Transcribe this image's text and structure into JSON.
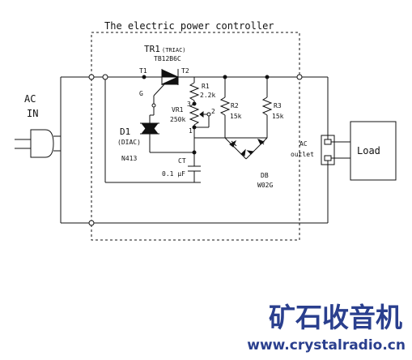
{
  "title": "The electric power controller",
  "labels": {
    "ac_in_1": "AC",
    "ac_in_2": "IN",
    "tr1": "TR1",
    "tr1_type": "(TRIAC)",
    "tr1_part": "TB12B6C",
    "t1": "T1",
    "t2": "T2",
    "g": "G",
    "r1_name": "R1",
    "r1_val": "2.2k",
    "vr1_name": "VR1",
    "vr1_val": "250k",
    "pin3": "3",
    "pin2": "2",
    "pin1": "1",
    "r2_name": "R2",
    "r2_val": "15k",
    "r3_name": "R3",
    "r3_val": "15k",
    "d1_name": "D1",
    "d1_type": "(DIAC)",
    "d1_part": "N413",
    "ct_name": "CT",
    "ct_val": "0.1 μF",
    "db_name": "DB",
    "db_part": "W02G",
    "outlet_1": "AC",
    "outlet_2": "outlet",
    "load": "Load"
  },
  "watermark": {
    "chinese": "矿石收音机",
    "url": "www.crystalradio.cn",
    "color": "#2a3f8e"
  }
}
